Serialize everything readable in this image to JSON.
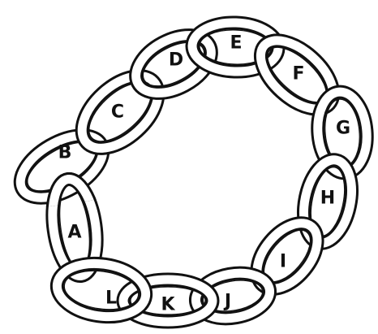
{
  "chain": {
    "links": [
      {
        "label": "A"
      },
      {
        "label": "B"
      },
      {
        "label": "C"
      },
      {
        "label": "D"
      },
      {
        "label": "E"
      },
      {
        "label": "F"
      },
      {
        "label": "G"
      },
      {
        "label": "H"
      },
      {
        "label": "I"
      },
      {
        "label": "J"
      },
      {
        "label": "K"
      },
      {
        "label": "L"
      }
    ]
  },
  "colors": {
    "ink": "#111111",
    "paper": "#ffffff"
  }
}
